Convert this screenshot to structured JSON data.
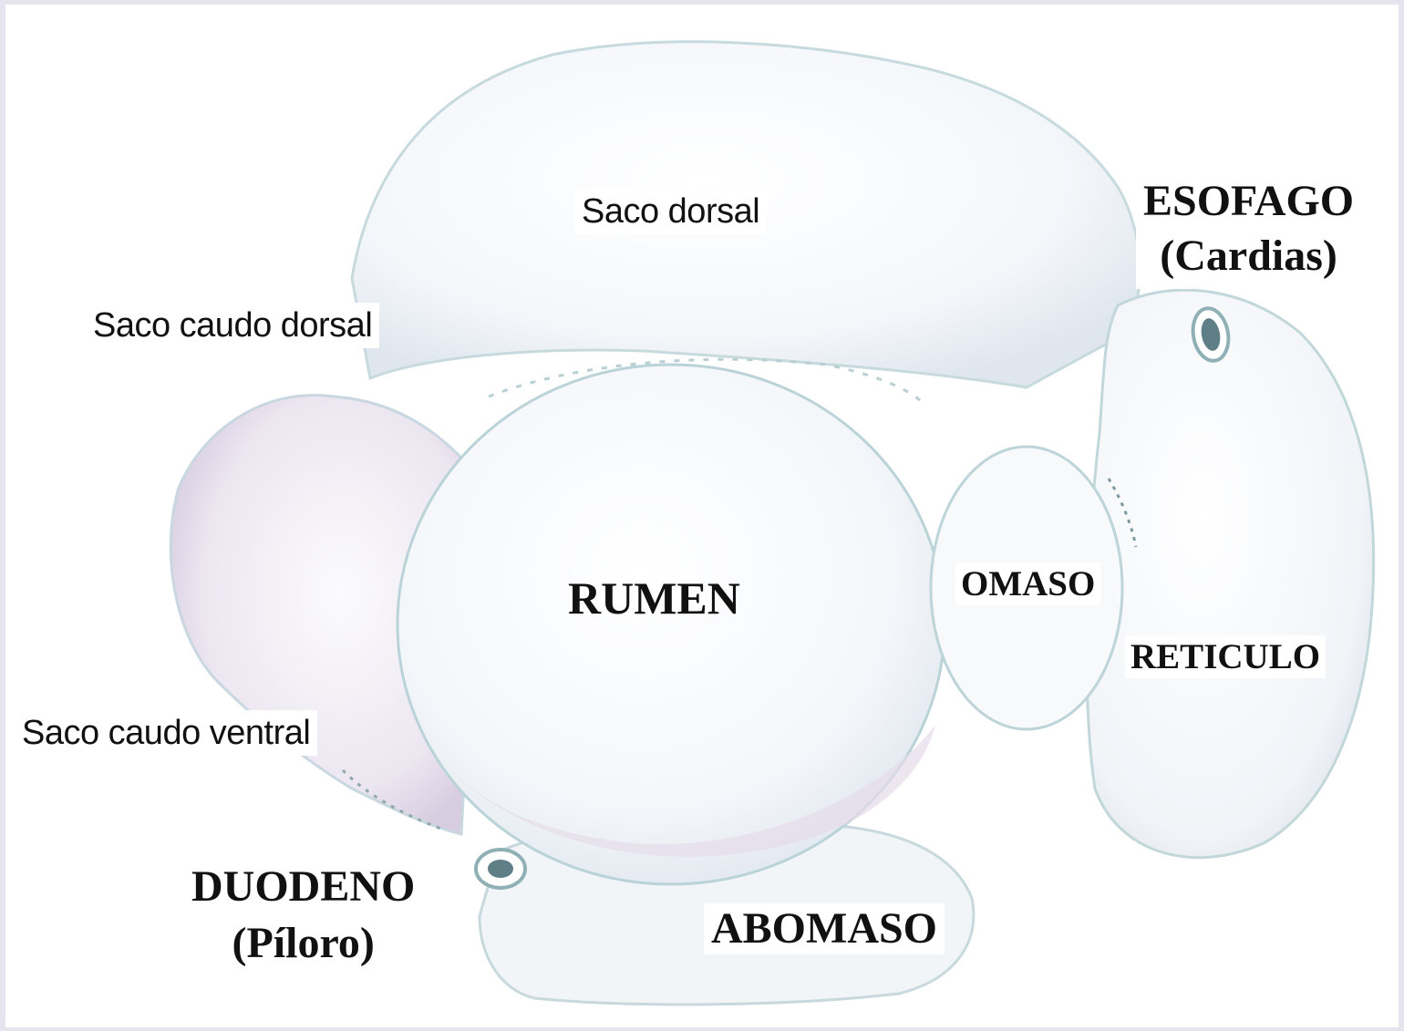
{
  "labels": {
    "saco_dorsal": "Saco dorsal",
    "saco_caudo_dorsal": "Saco caudo dorsal",
    "saco_caudo_ventral": "Saco caudo ventral",
    "esofago": "ESOFAGO",
    "cardias": "(Cardias)",
    "rumen": "RUMEN",
    "omaso": "OMASO",
    "reticulo": "RETICULO",
    "duodeno": "DUODENO",
    "piloro": "(Píloro)",
    "abomaso": "ABOMASO"
  },
  "colors": {
    "page_border": "#e6e4ef",
    "background": "#ffffff",
    "organ_fill": "#f3f6f9",
    "organ_outline": "#b9d3d6",
    "organ_shade": "#d9c9db",
    "tube_ring": "#5f7f86",
    "text": "#111111"
  }
}
